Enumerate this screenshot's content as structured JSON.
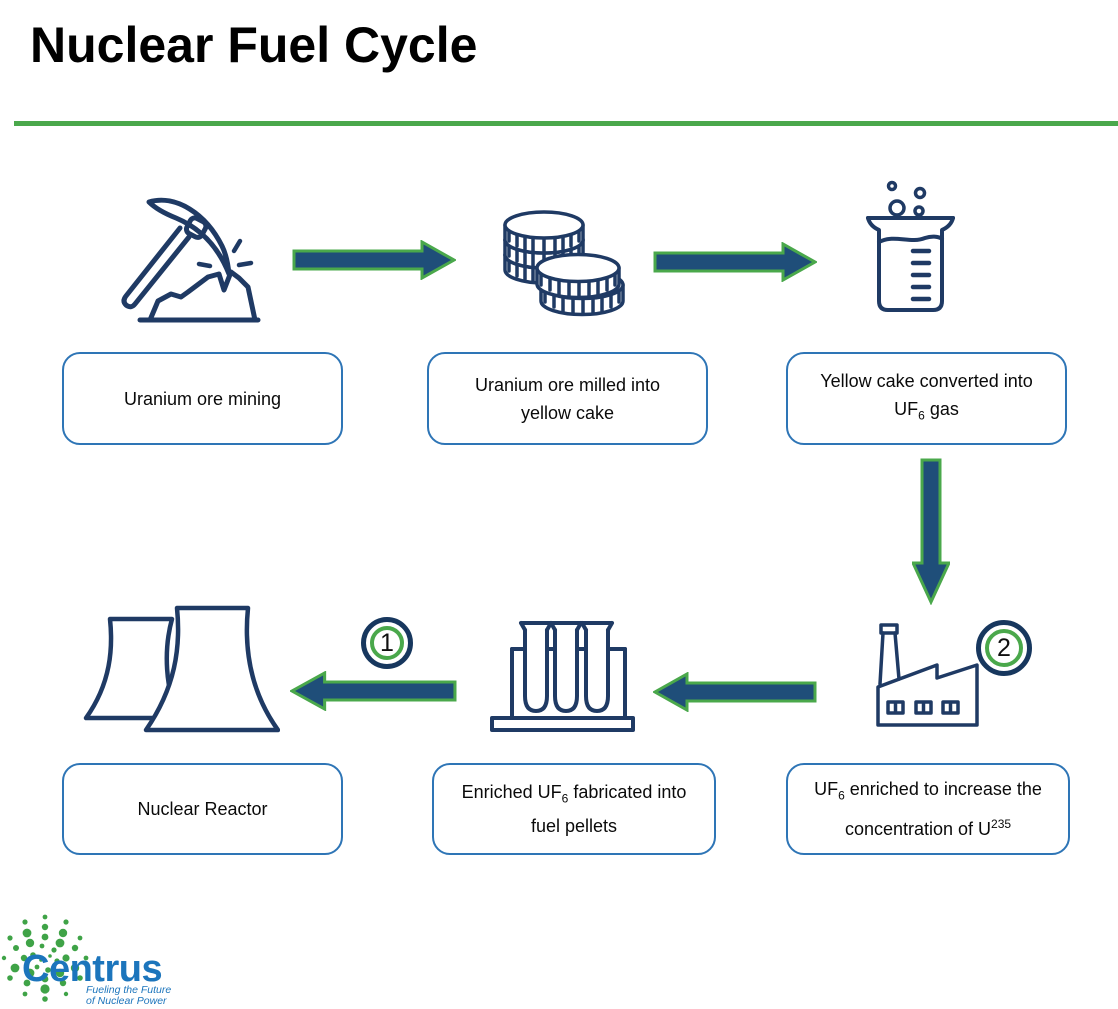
{
  "title": "Nuclear Fuel Cycle",
  "steps": [
    {
      "key": "mining",
      "icon": "pickaxe-rock-icon",
      "label": "Uranium ore mining"
    },
    {
      "key": "milling",
      "icon": "yellowcake-stacks-icon",
      "line1": "Uranium ore milled into",
      "line2": "yellow cake"
    },
    {
      "key": "conversion",
      "icon": "beaker-icon",
      "line1": "Yellow cake converted into",
      "line2_pre": "UF",
      "line2_sub": "6",
      "line2_post": " gas"
    },
    {
      "key": "enrichment",
      "icon": "enrichment-plant-icon",
      "badge": "2",
      "line1_pre": "UF",
      "line1_sub": "6",
      "line1_post": " enriched to increase the",
      "line2_pre": "concentration of U",
      "line2_sup": "235"
    },
    {
      "key": "fabrication",
      "icon": "test-tubes-rack-icon",
      "line1_pre": "Enriched UF",
      "line1_sub": "6",
      "line1_post": " fabricated into",
      "line2": "fuel pellets"
    },
    {
      "key": "reactor",
      "icon": "cooling-towers-icon",
      "badge": "1",
      "label": "Nuclear Reactor"
    }
  ],
  "arrows": [
    {
      "name": "arrow-mining-to-milling",
      "direction": "right"
    },
    {
      "name": "arrow-milling-to-conversion",
      "direction": "right"
    },
    {
      "name": "arrow-conversion-to-enrichment",
      "direction": "down"
    },
    {
      "name": "arrow-enrichment-to-fabrication",
      "direction": "left"
    },
    {
      "name": "arrow-fabrication-to-reactor",
      "direction": "left"
    }
  ],
  "logo": {
    "name": "Centrus",
    "tagline1": "Fueling the Future",
    "tagline2": "of Nuclear Power",
    "mark": "green-dots-burst-icon"
  },
  "colors": {
    "title_text": "#000000",
    "title_rule_green": "#4AA84B",
    "arrow_fill_navy": "#1F4E79",
    "arrow_outline_green": "#4AA84B",
    "box_border_blue": "#2E75B6",
    "box_text": "#0A0A0A",
    "icon_stroke_navy": "#1F3A64",
    "badge_outer_ring_navy": "#17375E",
    "badge_inner_ring_green": "#4AA84B",
    "logo_blue": "#1C75BC",
    "logo_green": "#3FA347",
    "background": "#FFFFFF"
  }
}
